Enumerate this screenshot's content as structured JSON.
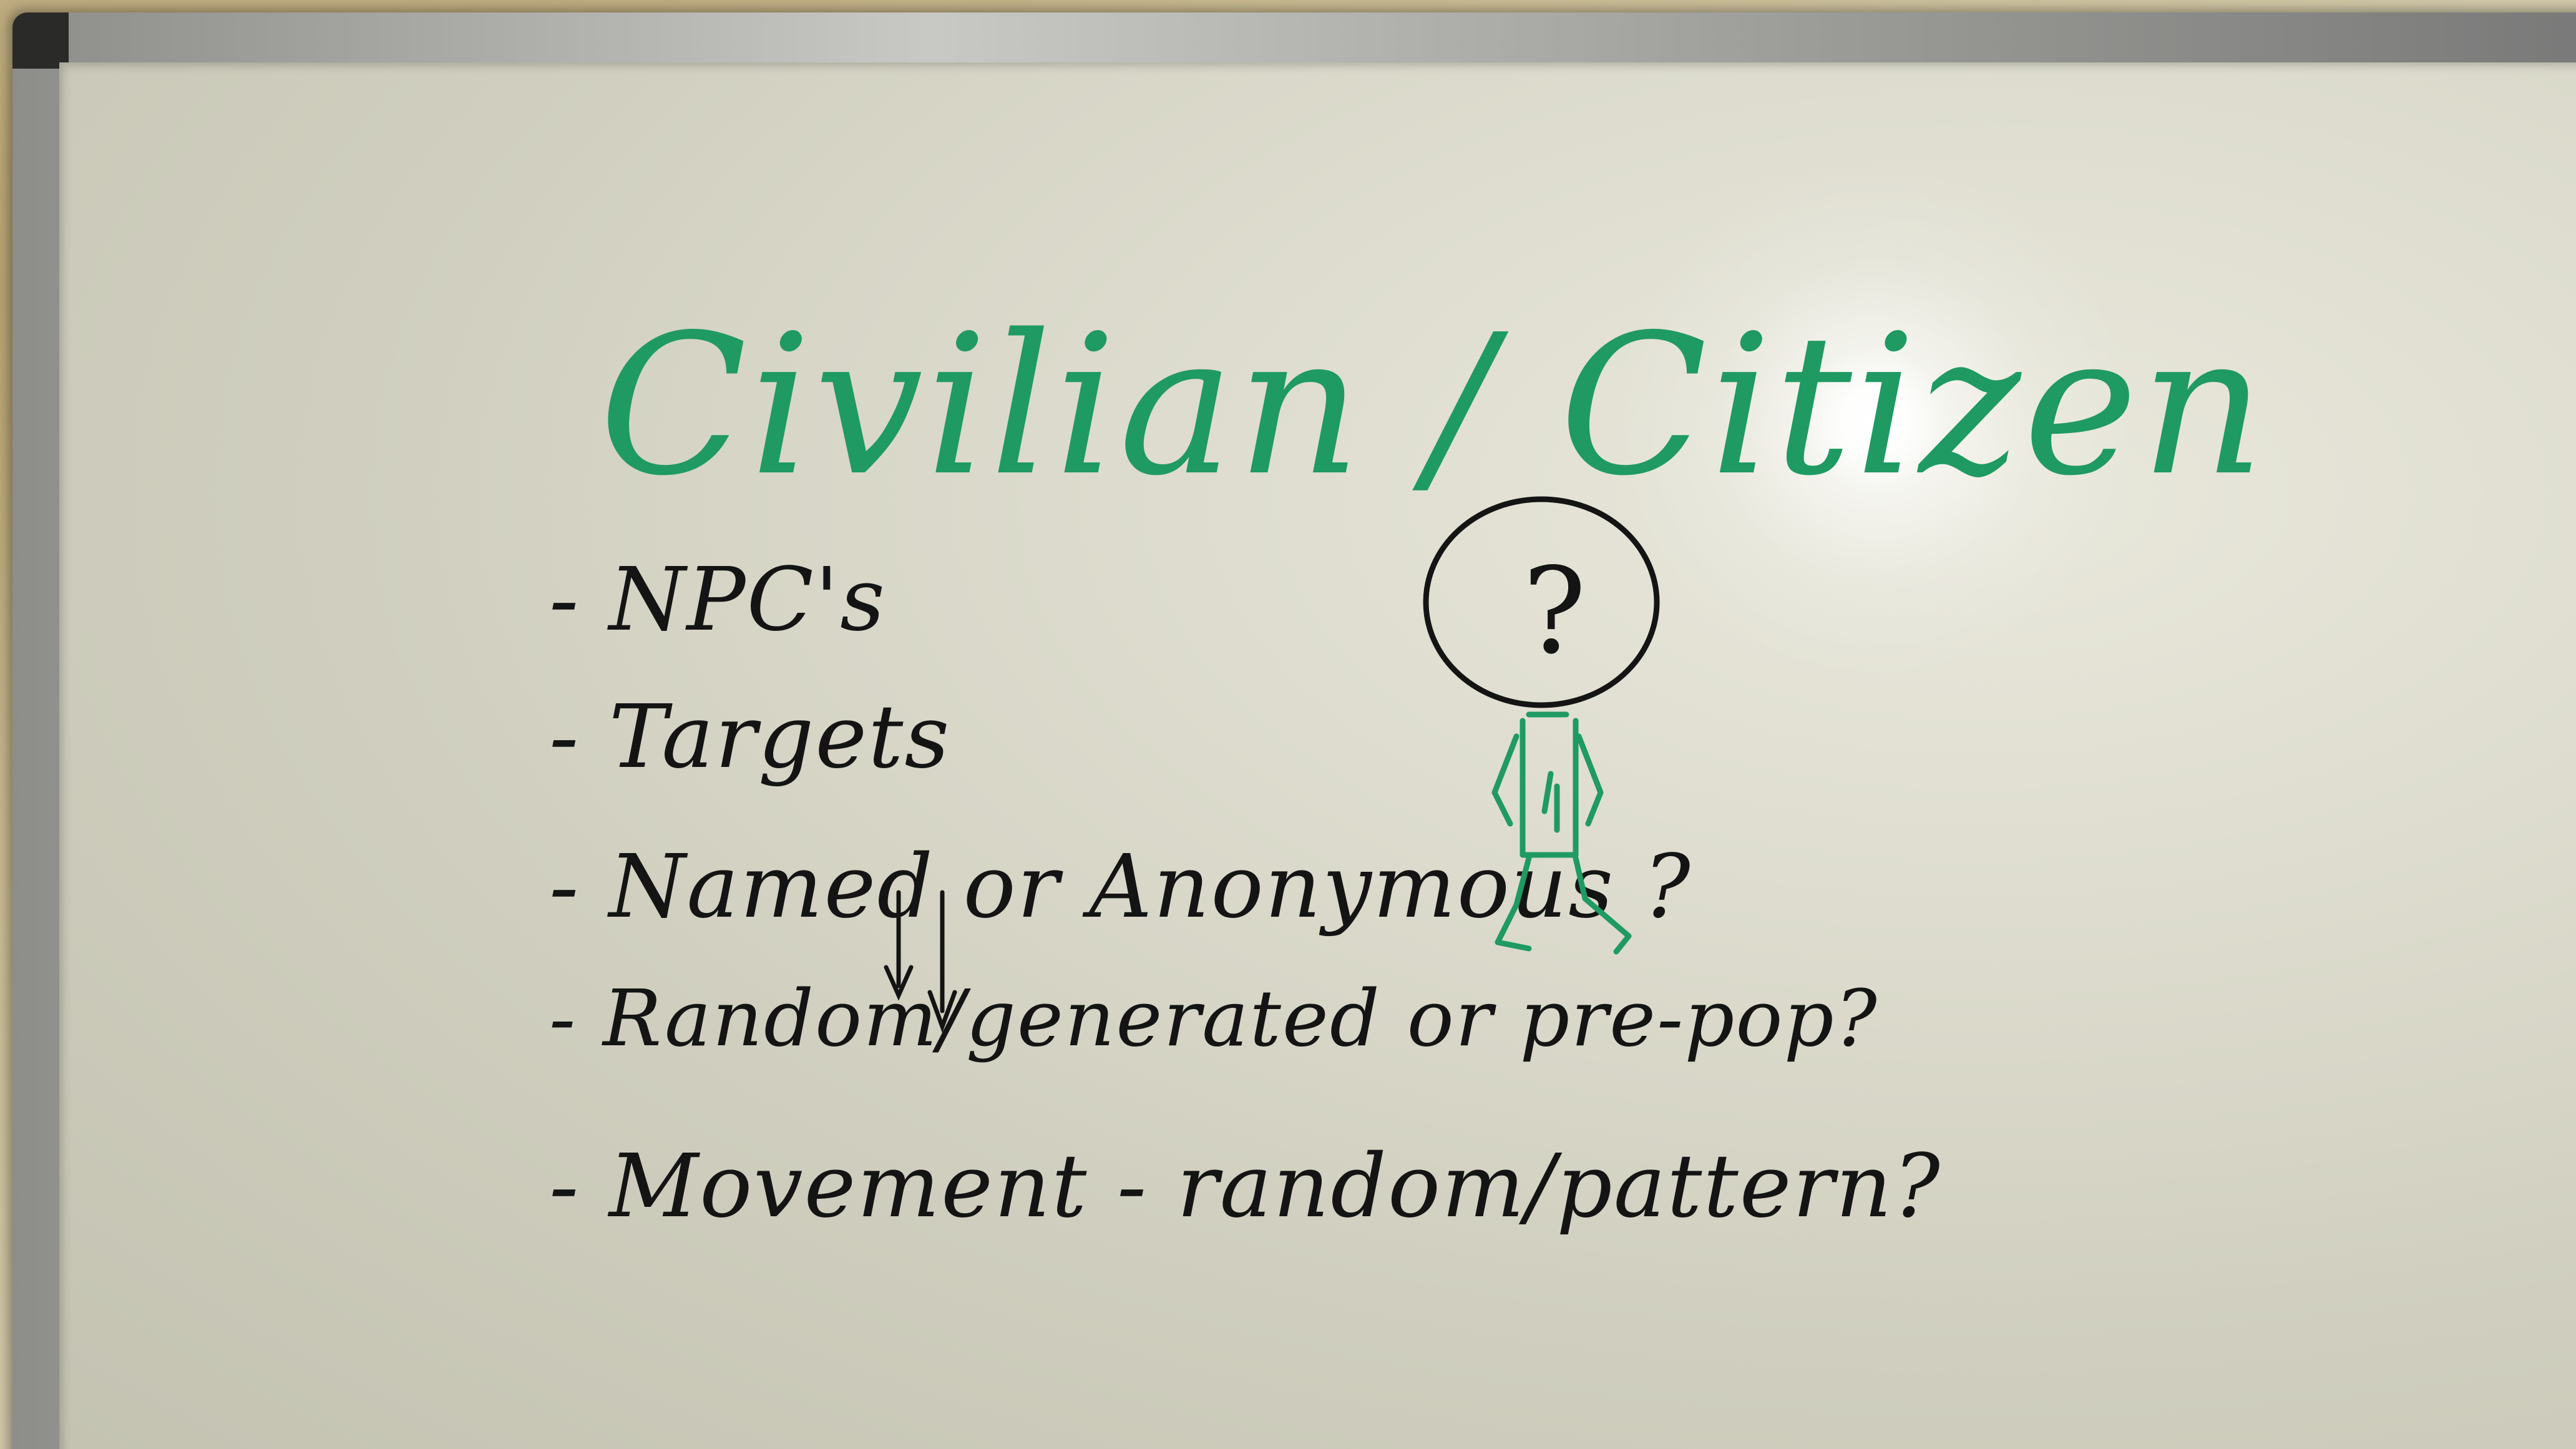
{
  "whiteboard": {
    "title": "Civilian / Citizen",
    "items": [
      "- NPC's",
      "- Targets",
      "- Named or Anonymous ?",
      "- Random/generated or pre-pop?",
      "- Movement - random/pattern?"
    ],
    "figure_head_text": "?"
  },
  "colors": {
    "green_marker": "#1f9a62",
    "black_marker": "#141414",
    "board": "#dddcce"
  }
}
